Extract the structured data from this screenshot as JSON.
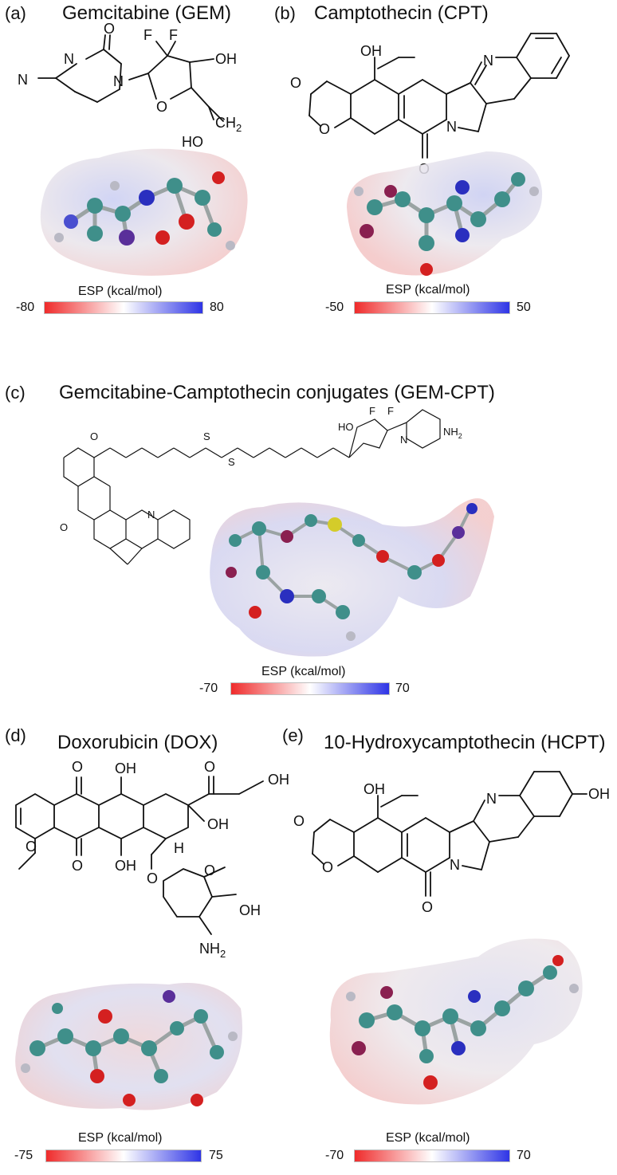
{
  "panels": {
    "a": {
      "label": "(a)",
      "title": "Gemcitabine (GEM)",
      "atoms": {
        "n1": "N",
        "n2": "N",
        "n3": "N",
        "o1": "O",
        "f1": "F",
        "f2": "F",
        "oh": "OH",
        "o_ring": "O",
        "ho": "HO",
        "ch2": "CH",
        "ch2_sub": "2"
      },
      "esp": {
        "title": "ESP (kcal/mol)",
        "min": "-80",
        "max": "80"
      }
    },
    "b": {
      "label": "(b)",
      "title": "Camptothecin (CPT)",
      "atoms": {
        "oh": "OH",
        "o1": "O",
        "o2": "O",
        "o3": "O",
        "n1": "N",
        "n2": "N"
      },
      "esp": {
        "title": "ESP (kcal/mol)",
        "min": "-50",
        "max": "50"
      }
    },
    "c": {
      "label": "(c)",
      "title": "Gemcitabine-Camptothecin conjugates (GEM-CPT)",
      "atoms": {
        "o": "O",
        "s": "S",
        "f": "F",
        "n": "N",
        "ho": "HO",
        "nh2": "NH",
        "nh2_sub": "2"
      },
      "esp": {
        "title": "ESP (kcal/mol)",
        "min": "-70",
        "max": "70"
      }
    },
    "d": {
      "label": "(d)",
      "title": "Doxorubicin (DOX)",
      "atoms": {
        "o": "O",
        "oh": "OH",
        "h": "H",
        "nh2": "NH",
        "nh2_sub": "2"
      },
      "esp": {
        "title": "ESP (kcal/mol)",
        "min": "-75",
        "max": "75"
      }
    },
    "e": {
      "label": "(e)",
      "title": "10-Hydroxycamptothecin (HCPT)",
      "atoms": {
        "oh": "OH",
        "o": "O",
        "n": "N"
      },
      "esp": {
        "title": "ESP (kcal/mol)",
        "min": "-70",
        "max": "70"
      }
    }
  },
  "colors": {
    "negative": "#ef2b2b",
    "neutral": "#ffffff",
    "positive": "#2f35e6",
    "carbon": "#3f8f8a",
    "oxygen": "#d42020",
    "nitrogen": "#2a2fbf",
    "sulfur": "#d4cc2a",
    "hydrogen": "#b9b9c4"
  }
}
